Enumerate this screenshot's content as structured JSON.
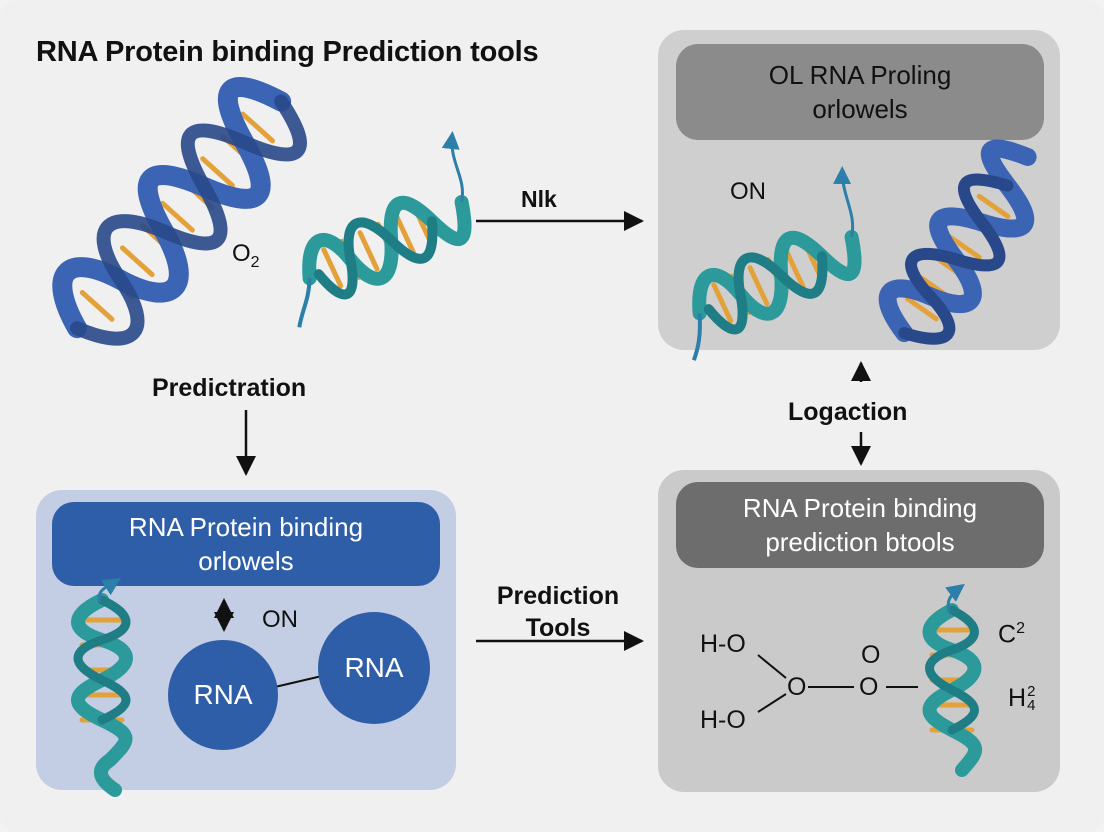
{
  "title": "RNA Protein binding Prediction tools",
  "labels": {
    "o2": "O",
    "o2_sub": "2",
    "nlk": "Nlk",
    "predictration": "Predictration",
    "logaction": "Logaction",
    "prediction_tools_line1": "Prediction",
    "prediction_tools_line2": "Tools",
    "on_top": "ON",
    "on_bottom": "ON"
  },
  "panels": {
    "top_right": {
      "header_line1": "OL RNA Proling",
      "header_line2": "orlowels"
    },
    "bottom_left": {
      "header_line1": "RNA Protein binding",
      "header_line2": "orlowels"
    },
    "bottom_right": {
      "header_line1": "RNA Protein binding",
      "header_line2": "prediction btools"
    }
  },
  "nodes": {
    "rna_left": "RNA",
    "rna_right": "RNA"
  },
  "chem": {
    "h_o_top": "H-O",
    "h_o_bottom": "H-O",
    "o_center": "O",
    "o_right": "O",
    "o_upper": "O",
    "c2": "C",
    "c2_sup": "2",
    "h4": "H",
    "h4_sup": "2",
    "h4_sub": "4"
  },
  "colors": {
    "dna_blue": "#3c64b4",
    "rna_teal": "#2c9a9a",
    "base_orange": "#e3a13a",
    "header_blue": "#2f5ea8",
    "panel_blue": "#c3cde3",
    "panel_gray": "#cfcfcf"
  },
  "icons": [
    "dna-helix-icon",
    "rna-helix-icon",
    "arrow-right-icon",
    "arrow-down-icon",
    "double-arrow-icon"
  ]
}
